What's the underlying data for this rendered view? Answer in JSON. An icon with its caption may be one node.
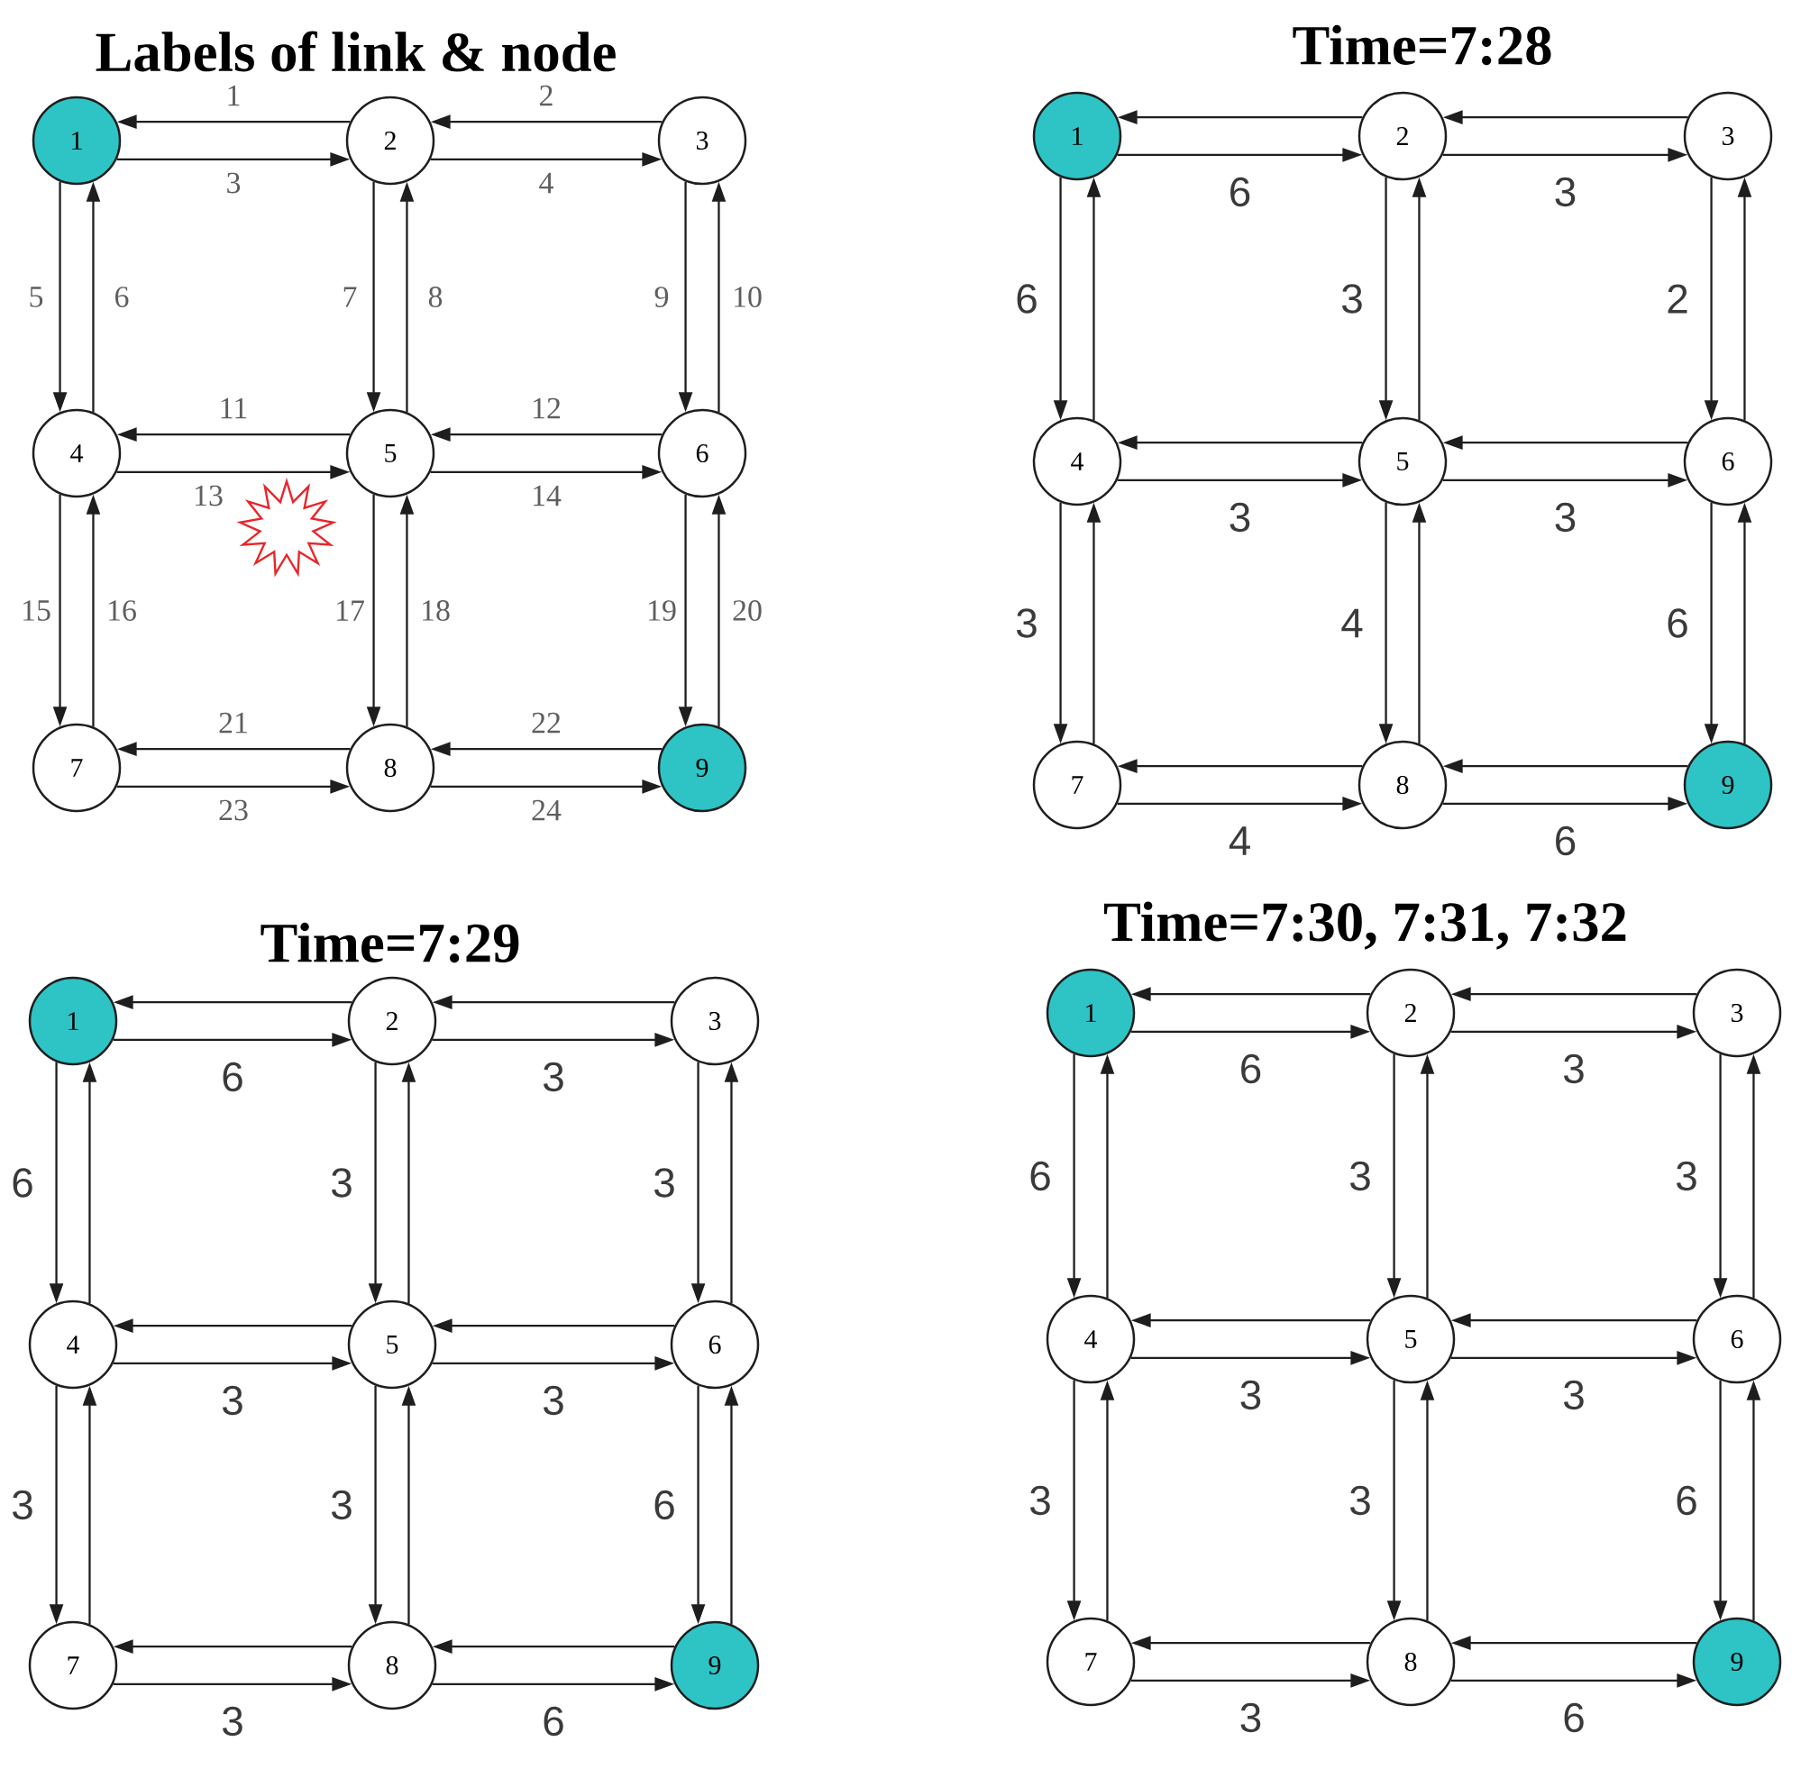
{
  "diagram": {
    "nodes": [
      {
        "text": [
          "1"
        ]
      },
      {
        "text": [
          "2"
        ]
      },
      {
        "text": [
          "3"
        ]
      },
      {
        "text": [
          "4"
        ]
      },
      {
        "text": [
          "5"
        ]
      },
      {
        "text": [
          "6"
        ]
      },
      {
        "text": [
          "7"
        ]
      },
      {
        "text": [
          "8"
        ]
      },
      {
        "text": [
          "9"
        ]
      },
      {
        "text": [
          "1"
        ]
      },
      {
        "text": [
          "2"
        ]
      },
      {
        "text": [
          "3"
        ]
      },
      {
        "text": [
          "4"
        ]
      },
      {
        "text": [
          "5"
        ]
      },
      {
        "text": [
          "6"
        ]
      },
      {
        "text": [
          "7"
        ]
      },
      {
        "text": [
          "8"
        ]
      },
      {
        "text": [
          "9"
        ]
      },
      {
        "text": [
          "1"
        ]
      },
      {
        "text": [
          "2"
        ]
      },
      {
        "text": [
          "3"
        ]
      },
      {
        "text": [
          "4"
        ]
      },
      {
        "text": [
          "5"
        ]
      },
      {
        "text": [
          "6"
        ]
      },
      {
        "text": [
          "7"
        ]
      },
      {
        "text": [
          "8"
        ]
      },
      {
        "text": [
          "9"
        ]
      },
      {
        "text": [
          "1"
        ]
      },
      {
        "text": [
          "2"
        ]
      },
      {
        "text": [
          "3"
        ]
      },
      {
        "text": [
          "4"
        ]
      },
      {
        "text": [
          "5"
        ]
      },
      {
        "text": [
          "6"
        ]
      },
      {
        "text": [
          "7"
        ]
      },
      {
        "text": [
          "8"
        ]
      },
      {
        "text": [
          "9"
        ]
      },
      {
        "text": [],
        "shape": "starburst"
      }
    ],
    "edges": [
      {
        "from": 1,
        "to": 0,
        "arrow": "to",
        "label": "1"
      },
      {
        "from": 2,
        "to": 1,
        "arrow": "to",
        "label": "2"
      },
      {
        "from": 0,
        "to": 1,
        "arrow": "to",
        "label": "3"
      },
      {
        "from": 1,
        "to": 2,
        "arrow": "to",
        "label": "4"
      },
      {
        "from": 0,
        "to": 3,
        "arrow": "to",
        "label": "5"
      },
      {
        "from": 3,
        "to": 0,
        "arrow": "to",
        "label": "6"
      },
      {
        "from": 1,
        "to": 4,
        "arrow": "to",
        "label": "7"
      },
      {
        "from": 4,
        "to": 1,
        "arrow": "to",
        "label": "8"
      },
      {
        "from": 2,
        "to": 5,
        "arrow": "to",
        "label": "9"
      },
      {
        "from": 5,
        "to": 2,
        "arrow": "to",
        "label": "10"
      },
      {
        "from": 4,
        "to": 3,
        "arrow": "to",
        "label": "11"
      },
      {
        "from": 5,
        "to": 4,
        "arrow": "to",
        "label": "12"
      },
      {
        "from": 3,
        "to": 4,
        "arrow": "to",
        "label": "13"
      },
      {
        "from": 4,
        "to": 5,
        "arrow": "to",
        "label": "14"
      },
      {
        "from": 3,
        "to": 6,
        "arrow": "to",
        "label": "15"
      },
      {
        "from": 6,
        "to": 3,
        "arrow": "to",
        "label": "16"
      },
      {
        "from": 4,
        "to": 7,
        "arrow": "to",
        "label": "17"
      },
      {
        "from": 7,
        "to": 4,
        "arrow": "to",
        "label": "18"
      },
      {
        "from": 5,
        "to": 8,
        "arrow": "to",
        "label": "19"
      },
      {
        "from": 8,
        "to": 5,
        "arrow": "to",
        "label": "20"
      },
      {
        "from": 7,
        "to": 6,
        "arrow": "to",
        "label": "21"
      },
      {
        "from": 8,
        "to": 7,
        "arrow": "to",
        "label": "22"
      },
      {
        "from": 6,
        "to": 7,
        "arrow": "to",
        "label": "23"
      },
      {
        "from": 7,
        "to": 8,
        "arrow": "to",
        "label": "24"
      },
      {
        "from": 10,
        "to": 9,
        "arrow": "to"
      },
      {
        "from": 11,
        "to": 10,
        "arrow": "to"
      },
      {
        "from": 9,
        "to": 10,
        "arrow": "to",
        "label": "6"
      },
      {
        "from": 10,
        "to": 11,
        "arrow": "to",
        "label": "3"
      },
      {
        "from": 9,
        "to": 12,
        "arrow": "to",
        "label": "6"
      },
      {
        "from": 12,
        "to": 9,
        "arrow": "to"
      },
      {
        "from": 10,
        "to": 13,
        "arrow": "to",
        "label": "3"
      },
      {
        "from": 13,
        "to": 10,
        "arrow": "to"
      },
      {
        "from": 11,
        "to": 14,
        "arrow": "to",
        "label": "2"
      },
      {
        "from": 14,
        "to": 11,
        "arrow": "to"
      },
      {
        "from": 13,
        "to": 12,
        "arrow": "to"
      },
      {
        "from": 14,
        "to": 13,
        "arrow": "to"
      },
      {
        "from": 12,
        "to": 13,
        "arrow": "to",
        "label": "3"
      },
      {
        "from": 13,
        "to": 14,
        "arrow": "to",
        "label": "3"
      },
      {
        "from": 12,
        "to": 15,
        "arrow": "to",
        "label": "3"
      },
      {
        "from": 15,
        "to": 12,
        "arrow": "to"
      },
      {
        "from": 13,
        "to": 16,
        "arrow": "to",
        "label": "4"
      },
      {
        "from": 16,
        "to": 13,
        "arrow": "to"
      },
      {
        "from": 14,
        "to": 17,
        "arrow": "to",
        "label": "6"
      },
      {
        "from": 17,
        "to": 14,
        "arrow": "to"
      },
      {
        "from": 16,
        "to": 15,
        "arrow": "to"
      },
      {
        "from": 17,
        "to": 16,
        "arrow": "to"
      },
      {
        "from": 15,
        "to": 16,
        "arrow": "to",
        "label": "4"
      },
      {
        "from": 16,
        "to": 17,
        "arrow": "to",
        "label": "6"
      },
      {
        "from": 19,
        "to": 18,
        "arrow": "to"
      },
      {
        "from": 20,
        "to": 19,
        "arrow": "to"
      },
      {
        "from": 18,
        "to": 19,
        "arrow": "to",
        "label": "6"
      },
      {
        "from": 19,
        "to": 20,
        "arrow": "to",
        "label": "3"
      },
      {
        "from": 18,
        "to": 21,
        "arrow": "to",
        "label": "6"
      },
      {
        "from": 21,
        "to": 18,
        "arrow": "to"
      },
      {
        "from": 19,
        "to": 22,
        "arrow": "to",
        "label": "3"
      },
      {
        "from": 22,
        "to": 19,
        "arrow": "to"
      },
      {
        "from": 20,
        "to": 23,
        "arrow": "to",
        "label": "3"
      },
      {
        "from": 23,
        "to": 20,
        "arrow": "to"
      },
      {
        "from": 22,
        "to": 21,
        "arrow": "to"
      },
      {
        "from": 23,
        "to": 22,
        "arrow": "to"
      },
      {
        "from": 21,
        "to": 22,
        "arrow": "to",
        "label": "3"
      },
      {
        "from": 22,
        "to": 23,
        "arrow": "to",
        "label": "3"
      },
      {
        "from": 21,
        "to": 24,
        "arrow": "to",
        "label": "3"
      },
      {
        "from": 24,
        "to": 21,
        "arrow": "to"
      },
      {
        "from": 22,
        "to": 25,
        "arrow": "to",
        "label": "3"
      },
      {
        "from": 25,
        "to": 22,
        "arrow": "to"
      },
      {
        "from": 23,
        "to": 26,
        "arrow": "to",
        "label": "6"
      },
      {
        "from": 26,
        "to": 23,
        "arrow": "to"
      },
      {
        "from": 25,
        "to": 24,
        "arrow": "to"
      },
      {
        "from": 26,
        "to": 25,
        "arrow": "to"
      },
      {
        "from": 24,
        "to": 25,
        "arrow": "to",
        "label": "3"
      },
      {
        "from": 25,
        "to": 26,
        "arrow": "to",
        "label": "6"
      },
      {
        "from": 28,
        "to": 27,
        "arrow": "to"
      },
      {
        "from": 29,
        "to": 28,
        "arrow": "to"
      },
      {
        "from": 27,
        "to": 28,
        "arrow": "to",
        "label": "6"
      },
      {
        "from": 28,
        "to": 29,
        "arrow": "to",
        "label": "3"
      },
      {
        "from": 27,
        "to": 30,
        "arrow": "to",
        "label": "6"
      },
      {
        "from": 30,
        "to": 27,
        "arrow": "to"
      },
      {
        "from": 28,
        "to": 31,
        "arrow": "to",
        "label": "3"
      },
      {
        "from": 31,
        "to": 28,
        "arrow": "to"
      },
      {
        "from": 29,
        "to": 32,
        "arrow": "to",
        "label": "3"
      },
      {
        "from": 32,
        "to": 29,
        "arrow": "to"
      },
      {
        "from": 31,
        "to": 30,
        "arrow": "to"
      },
      {
        "from": 32,
        "to": 31,
        "arrow": "to"
      },
      {
        "from": 30,
        "to": 31,
        "arrow": "to",
        "label": "3"
      },
      {
        "from": 31,
        "to": 32,
        "arrow": "to",
        "label": "3"
      },
      {
        "from": 30,
        "to": 33,
        "arrow": "to",
        "label": "3"
      },
      {
        "from": 33,
        "to": 30,
        "arrow": "to"
      },
      {
        "from": 31,
        "to": 34,
        "arrow": "to",
        "label": "3"
      },
      {
        "from": 34,
        "to": 31,
        "arrow": "to"
      },
      {
        "from": 32,
        "to": 35,
        "arrow": "to",
        "label": "6"
      },
      {
        "from": 35,
        "to": 32,
        "arrow": "to"
      },
      {
        "from": 34,
        "to": 33,
        "arrow": "to"
      },
      {
        "from": 35,
        "to": 34,
        "arrow": "to"
      },
      {
        "from": 33,
        "to": 34,
        "arrow": "to",
        "label": "3"
      },
      {
        "from": 34,
        "to": 35,
        "arrow": "to",
        "label": "6"
      }
    ],
    "labels": [
      "Labels of link & node",
      "Time=7:28",
      "Time=7:29",
      "Time=7:30, 7:31, 7:32"
    ]
  }
}
